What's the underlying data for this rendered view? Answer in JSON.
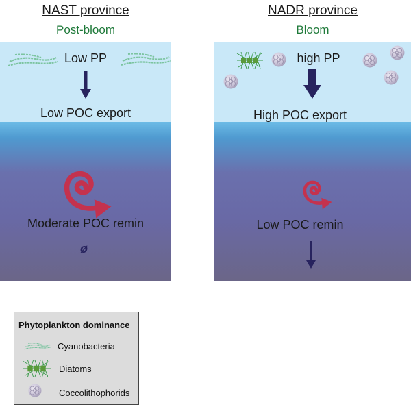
{
  "panels": [
    {
      "title": "NAST province",
      "phase": "Post-bloom",
      "productivity": "Low PP",
      "export": "Low POC export",
      "remineralization": "Moderate POC remin",
      "deep_flux_symbol": "ø",
      "dominant_phytoplankton": [
        "Cyanobacteria"
      ]
    },
    {
      "title": "NADR province",
      "phase": "Bloom",
      "productivity": "high PP",
      "export": "High POC export",
      "remineralization": "Low POC remin",
      "dominant_phytoplankton": [
        "Diatoms",
        "Coccolithophorids"
      ]
    }
  ],
  "legend": {
    "title": "Phytoplankton dominance",
    "items": [
      {
        "label": "Cyanobacteria",
        "icon": "cyanobacteria-icon"
      },
      {
        "label": "Diatoms",
        "icon": "diatom-icon"
      },
      {
        "label": "Coccolithophorids",
        "icon": "coccolithophorid-icon"
      }
    ]
  },
  "colors": {
    "phase_text": "#1f7a3a",
    "arrow": "#27235e",
    "spiral": "#c4324e",
    "surface_water": "#c9e8f8",
    "cyanobacteria": "#7cc4a0",
    "diatom": "#3a9a4a",
    "coccolith": "#c9c3d8"
  }
}
